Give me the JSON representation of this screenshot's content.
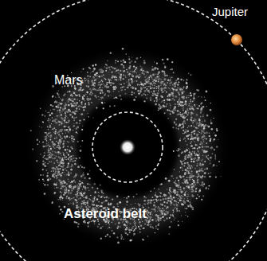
{
  "diagram": {
    "labels": [
      "Jupiter",
      "Mars",
      "Asteroid belt"
    ]
  }
}
